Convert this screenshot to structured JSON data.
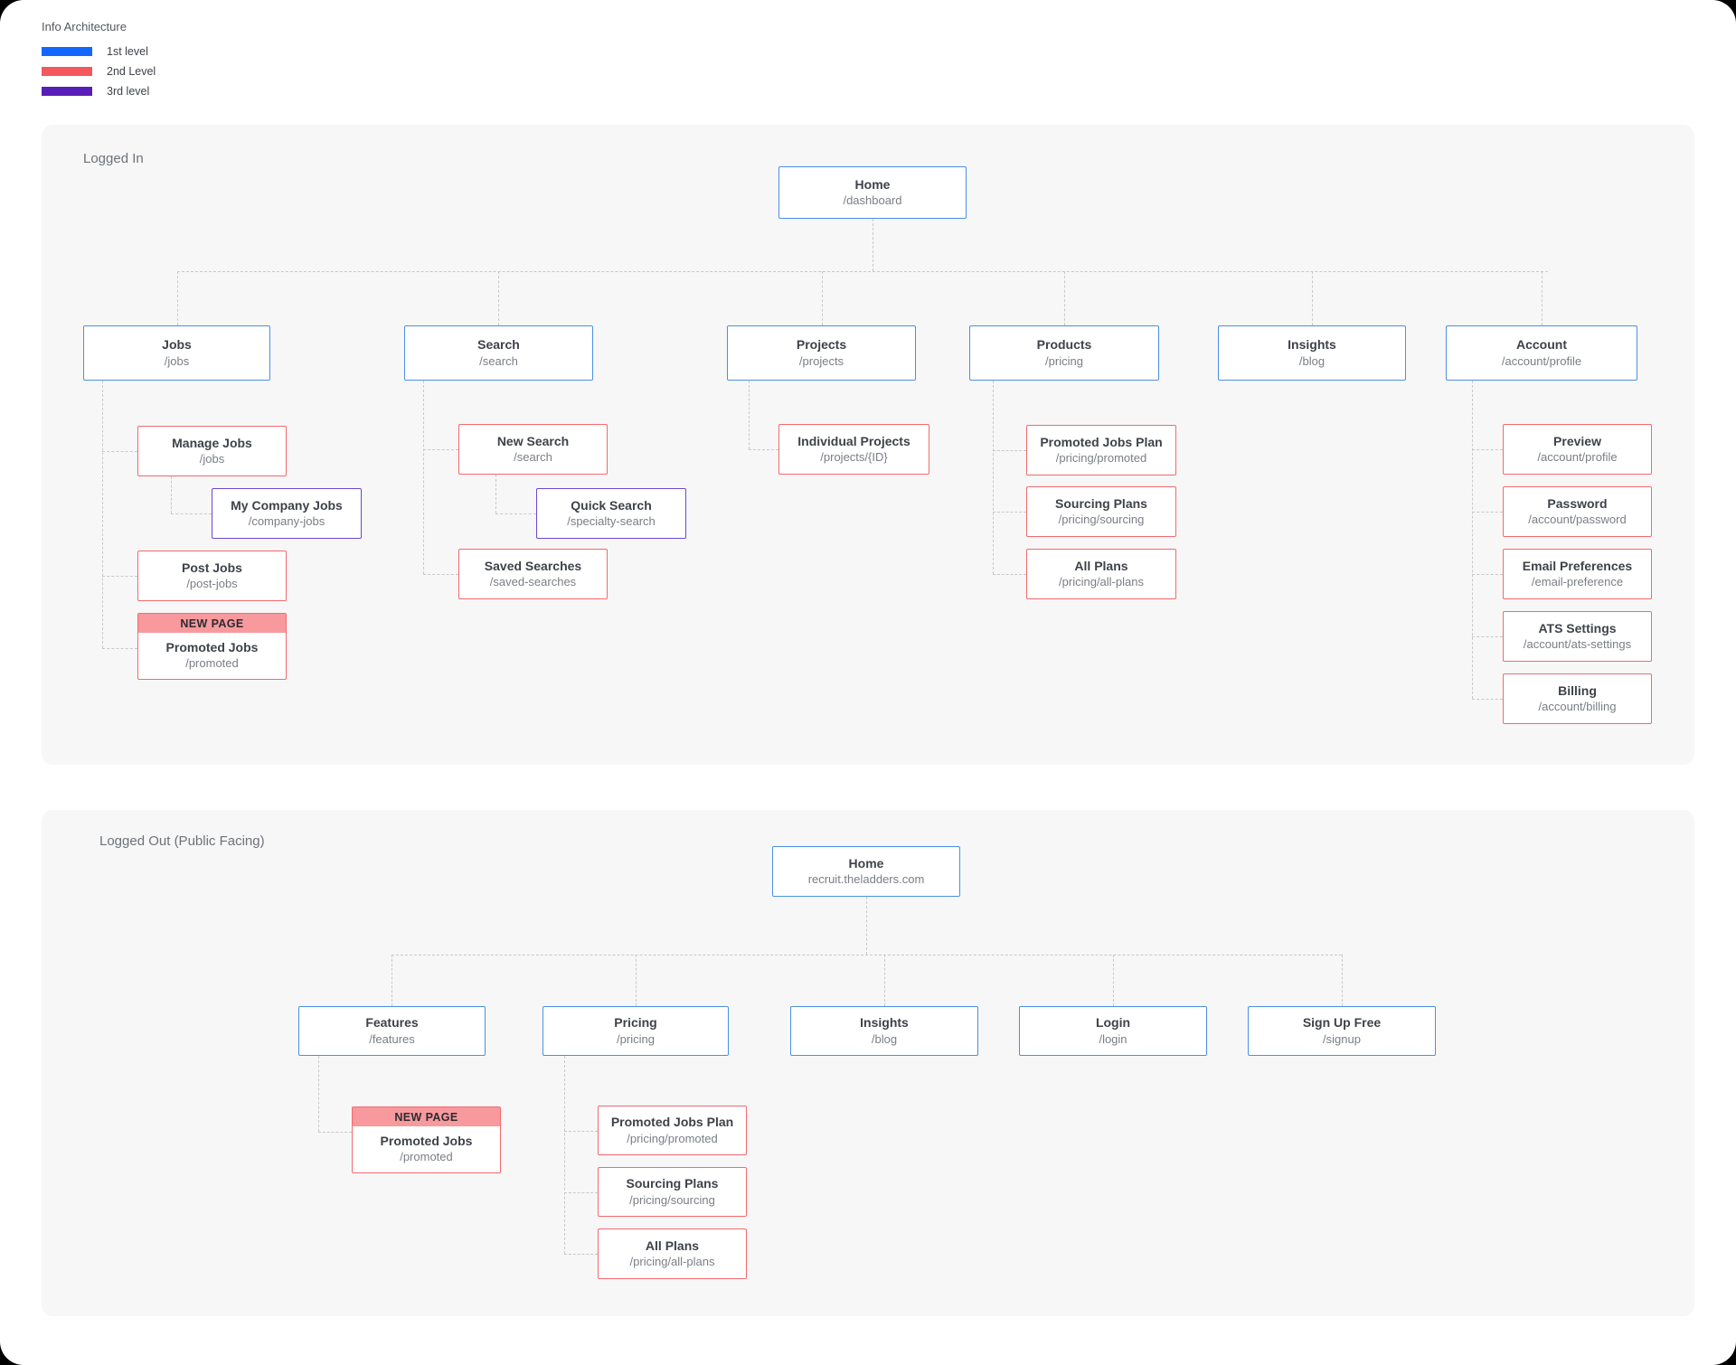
{
  "legend": {
    "title": "Info Architecture",
    "items": [
      {
        "label": "1st level",
        "color": "#1366ff"
      },
      {
        "label": "2nd Level",
        "color": "#f5575e"
      },
      {
        "label": "3rd level",
        "color": "#5a1eb8"
      }
    ]
  },
  "logged_in": {
    "section_label": "Logged In",
    "home": {
      "title": "Home",
      "path": "/dashboard"
    },
    "jobs": {
      "title": "Jobs",
      "path": "/jobs"
    },
    "search": {
      "title": "Search",
      "path": "/search"
    },
    "projects": {
      "title": "Projects",
      "path": "/projects"
    },
    "products": {
      "title": "Products",
      "path": "/pricing"
    },
    "insights": {
      "title": "Insights",
      "path": "/blog"
    },
    "account": {
      "title": "Account",
      "path": "/account/profile"
    },
    "manage_jobs": {
      "title": "Manage Jobs",
      "path": "/jobs"
    },
    "my_company_jobs": {
      "title": "My Company Jobs",
      "path": "/company-jobs"
    },
    "post_jobs": {
      "title": "Post Jobs",
      "path": "/post-jobs"
    },
    "promoted_jobs": {
      "badge": "NEW PAGE",
      "title": "Promoted Jobs",
      "path": "/promoted"
    },
    "new_search": {
      "title": "New Search",
      "path": "/search"
    },
    "quick_search": {
      "title": "Quick Search",
      "path": "/specialty-search"
    },
    "saved_searches": {
      "title": "Saved Searches",
      "path": "/saved-searches"
    },
    "individual_projects": {
      "title": "Individual Projects",
      "path": "/projects/{ID}"
    },
    "promoted_jobs_plan": {
      "title": "Promoted Jobs Plan",
      "path": "/pricing/promoted"
    },
    "sourcing_plans": {
      "title": "Sourcing Plans",
      "path": "/pricing/sourcing"
    },
    "all_plans": {
      "title": "All Plans",
      "path": "/pricing/all-plans"
    },
    "preview": {
      "title": "Preview",
      "path": "/account/profile"
    },
    "password": {
      "title": "Password",
      "path": "/account/password"
    },
    "email_preferences": {
      "title": "Email Preferences",
      "path": "/email-preference"
    },
    "ats_settings": {
      "title": "ATS Settings",
      "path": "/account/ats-settings"
    },
    "billing": {
      "title": "Billing",
      "path": "/account/billing"
    }
  },
  "logged_out": {
    "section_label": "Logged Out (Public Facing)",
    "home": {
      "title": "Home",
      "path": "recruit.theladders.com"
    },
    "features": {
      "title": "Features",
      "path": "/features"
    },
    "pricing": {
      "title": "Pricing",
      "path": "/pricing"
    },
    "insights": {
      "title": "Insights",
      "path": "/blog"
    },
    "login": {
      "title": "Login",
      "path": "/login"
    },
    "signup": {
      "title": "Sign Up Free",
      "path": "/signup"
    },
    "promoted_jobs": {
      "badge": "NEW PAGE",
      "title": "Promoted Jobs",
      "path": "/promoted"
    },
    "promoted_jobs_plan": {
      "title": "Promoted Jobs Plan",
      "path": "/pricing/promoted"
    },
    "sourcing_plans": {
      "title": "Sourcing Plans",
      "path": "/pricing/sourcing"
    },
    "all_plans": {
      "title": "All Plans",
      "path": "/pricing/all-plans"
    }
  }
}
